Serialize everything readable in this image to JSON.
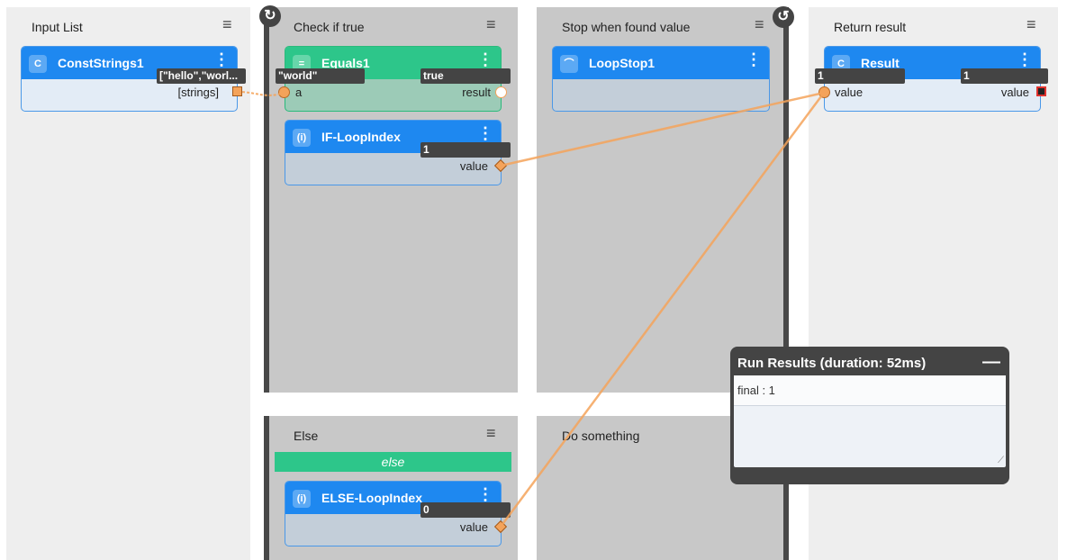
{
  "columns": {
    "input_list": {
      "title": "Input List"
    },
    "check_if_true": {
      "title": "Check if true"
    },
    "stop_when_found": {
      "title": "Stop when found value"
    },
    "return_result": {
      "title": "Return result"
    },
    "else": {
      "title": "Else",
      "bar_label": "else"
    },
    "do_something": {
      "title": "Do something"
    }
  },
  "menu_icon_glyph": "≡",
  "nodes": {
    "const_strings": {
      "badge": "C",
      "title": "ConstStrings1",
      "out_value": "[\"hello\",\"worl...",
      "out_port": "[strings]"
    },
    "equals": {
      "badge": "=",
      "title": "Equals1",
      "in_value": "\"world\"",
      "out_value": "true",
      "in_port": "a",
      "out_port": "result"
    },
    "if_loopindex": {
      "badge": "(i)",
      "title": "IF-LoopIndex",
      "out_value": "1",
      "out_port": "value"
    },
    "loopstop": {
      "badge": "⌒",
      "title": "LoopStop1"
    },
    "result": {
      "badge": "C",
      "title": "Result",
      "in_value": "1",
      "out_value": "1",
      "in_port": "value",
      "out_port": "value"
    },
    "else_loopindex": {
      "badge": "(i)",
      "title": "ELSE-LoopIndex",
      "out_value": "0",
      "out_port": "value"
    }
  },
  "kebab_glyph": "⋮",
  "run_results": {
    "title": "Run Results (duration: 52ms)",
    "minimize_glyph": "—",
    "lines": [
      "final : 1"
    ],
    "grip_glyph": "⟋"
  },
  "loop_icons": {
    "start": "↻",
    "end": "↺"
  },
  "colors": {
    "node_header_blue": "#1e88f0",
    "node_header_green": "#2dc68a",
    "wire": "#f4a35a",
    "loop_bar": "#484848"
  }
}
